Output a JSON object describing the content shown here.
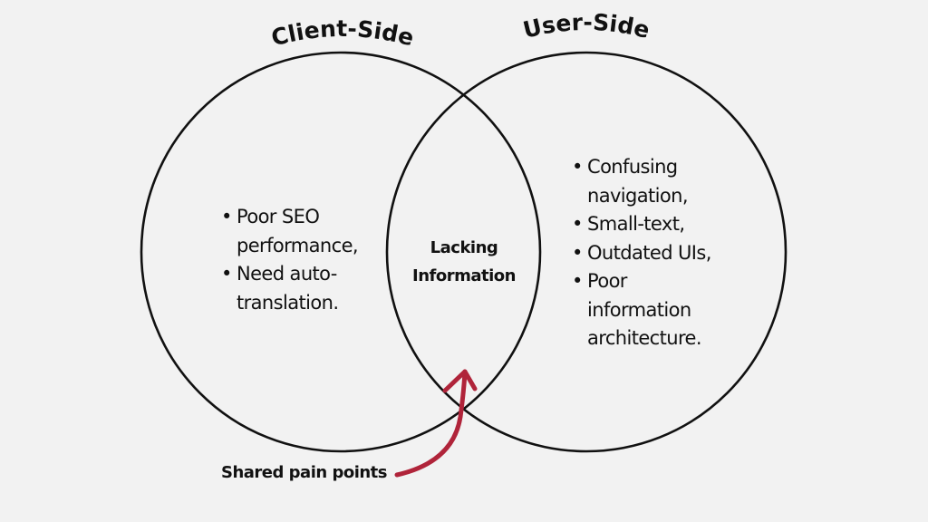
{
  "colors": {
    "background": "#f2f2f2",
    "outline": "#111111",
    "arrow": "#b0243a"
  },
  "left_set": {
    "title": "Client-Side",
    "items": [
      {
        "bullet": "•",
        "lines": [
          "Poor SEO",
          "performance,"
        ]
      },
      {
        "bullet": "•",
        "lines": [
          "Need auto-",
          "translation."
        ]
      }
    ]
  },
  "right_set": {
    "title": "User-Side",
    "items": [
      {
        "bullet": "•",
        "lines": [
          "Confusing",
          "navigation,"
        ]
      },
      {
        "bullet": "•",
        "lines": [
          "Small-text,"
        ]
      },
      {
        "bullet": "•",
        "lines": [
          "Outdated UIs,"
        ]
      },
      {
        "bullet": "•",
        "lines": [
          "Poor",
          "information",
          "architecture."
        ]
      }
    ]
  },
  "intersection": {
    "lines": [
      "Lacking",
      "Information"
    ]
  },
  "annotation": {
    "label": "Shared pain points",
    "icon": "curved-arrow-icon"
  }
}
